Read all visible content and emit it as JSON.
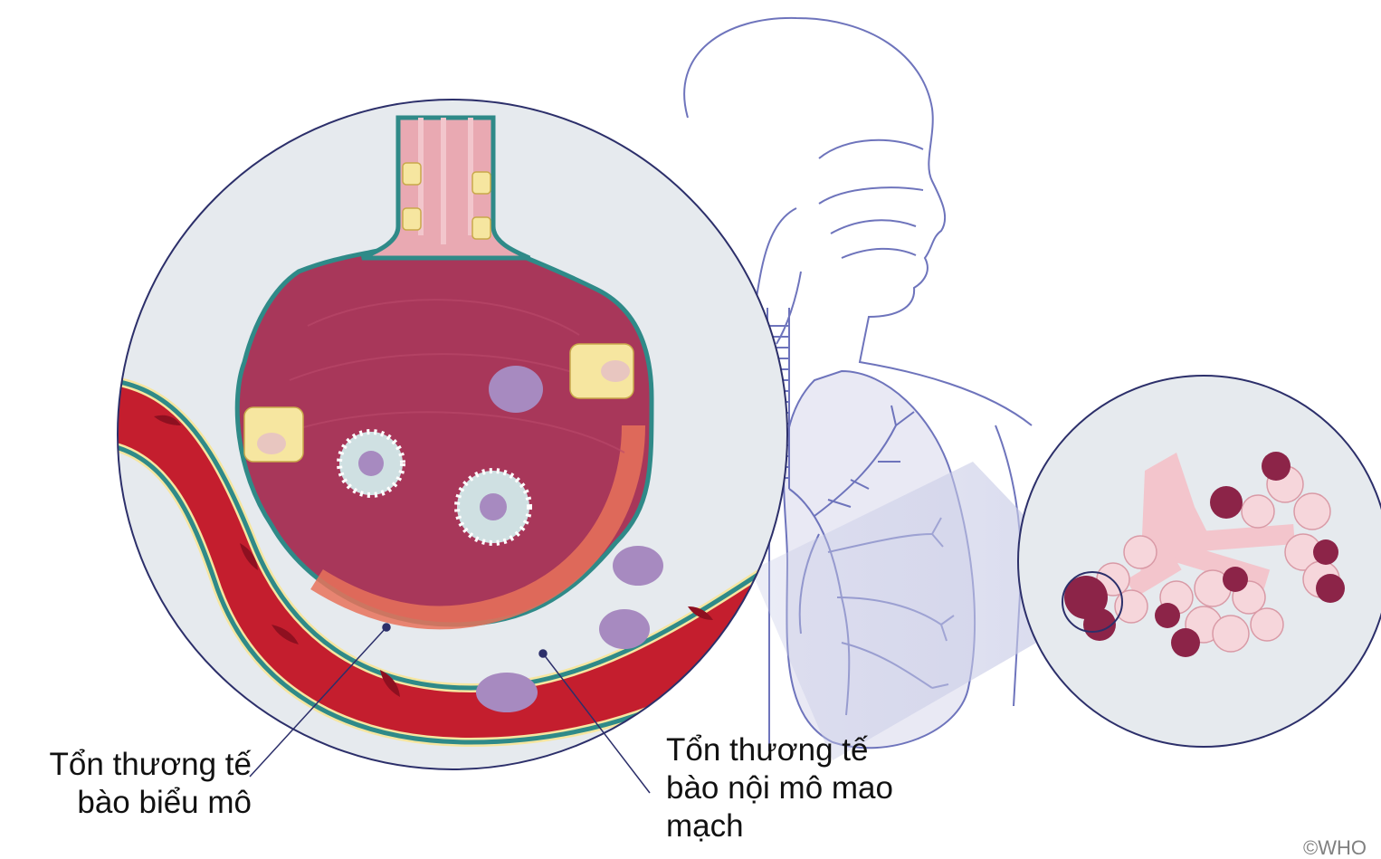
{
  "labels": {
    "epithelial_damage": "Tổn thương tế\nbào biểu mô",
    "endothelial_damage": "Tổn thương tế\nbào nội mô mao\nmạch"
  },
  "watermark": "©WHO",
  "colors": {
    "circle_bg": "#e6eaee",
    "circle_border": "#2c2f6a",
    "alveolus_fill": "#a8375a",
    "alveolus_dark": "#8c2448",
    "capillary_red": "#c41e2e",
    "membrane_teal": "#2f8a88",
    "epithelium_yellow": "#f6e6a0",
    "bronchiole_pink": "#e9a9b2",
    "immune_purple": "#a78ac0",
    "body_outline": "#6e74bc",
    "lung_fill": "#e9e9f4"
  }
}
